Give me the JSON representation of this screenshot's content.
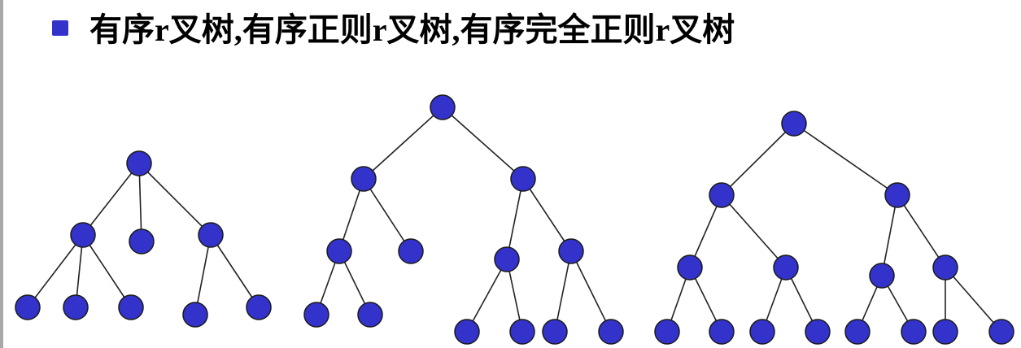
{
  "slide": {
    "title": "有序r叉树,有序正则r叉树,有序完全正则r叉树",
    "bullet_color": "#3333cc"
  },
  "colors": {
    "node_fill": "#3333cc",
    "node_stroke": "#1a1a1a",
    "edge": "#222222"
  },
  "trees": [
    {
      "name": "ordered-r-ary-tree",
      "root": {
        "children": [
          {
            "children": [
              {},
              {},
              {}
            ]
          },
          {},
          {
            "children": [
              {},
              {}
            ]
          }
        ]
      }
    },
    {
      "name": "ordered-regular-r-ary-tree",
      "root": {
        "children": [
          {
            "children": [
              {
                "children": [
                  {},
                  {}
                ]
              },
              {}
            ]
          },
          {
            "children": [
              {
                "children": [
                  {},
                  {}
                ]
              },
              {
                "children": [
                  {},
                  {}
                ]
              }
            ]
          }
        ]
      }
    },
    {
      "name": "ordered-complete-regular-r-ary-tree",
      "root": {
        "children": [
          {
            "children": [
              {
                "children": [
                  {},
                  {}
                ]
              },
              {
                "children": [
                  {},
                  {}
                ]
              }
            ]
          },
          {
            "children": [
              {
                "children": [
                  {},
                  {}
                ]
              },
              {
                "children": [
                  {},
                  {}
                ]
              }
            ]
          }
        ]
      }
    }
  ]
}
